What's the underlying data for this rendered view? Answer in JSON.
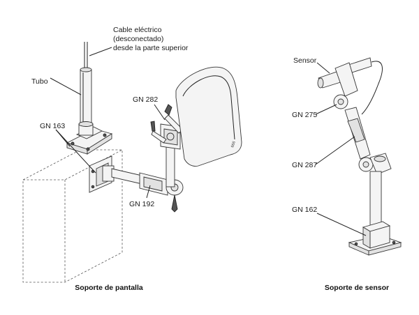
{
  "labels": {
    "cable": [
      "Cable eléctrico",
      "(desconectado)",
      "desde la parte superior"
    ],
    "tubo": "Tubo",
    "gn163": "GN 163",
    "gn282": "GN 282",
    "gn192": "GN 192",
    "sensor": "Sensor",
    "gn275": "GN 275",
    "gn287": "GN 287",
    "gn162": "GN 162",
    "screen_mark": "666"
  },
  "captions": {
    "left": "Soporte de pantalla",
    "right": "Soporte de sensor"
  }
}
